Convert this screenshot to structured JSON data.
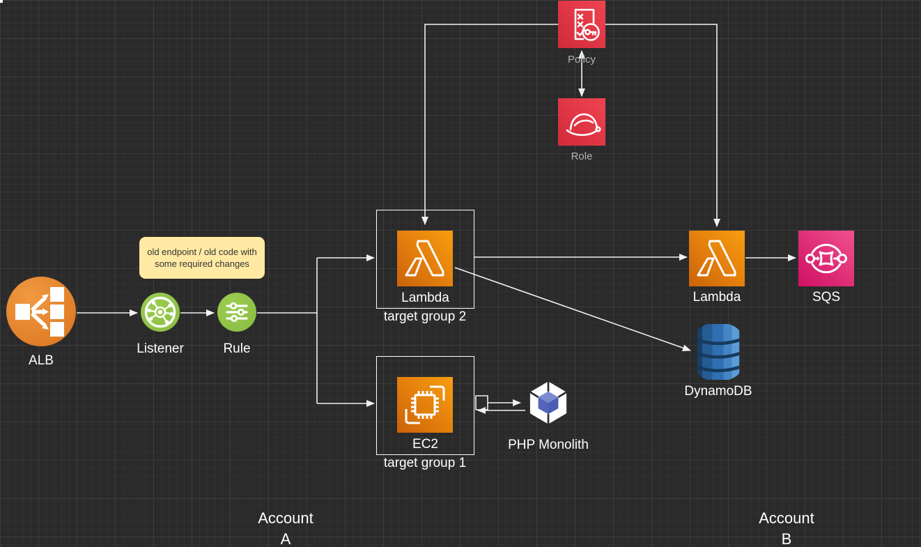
{
  "diagram": {
    "nodes": {
      "policy": {
        "label": "Policy"
      },
      "role": {
        "label": "Role"
      },
      "alb": {
        "label": "ALB"
      },
      "listener": {
        "label": "Listener"
      },
      "rule": {
        "label": "Rule"
      },
      "lambda_a": {
        "label": "Lambda",
        "caption": "target group 2"
      },
      "ec2": {
        "label": "EC2",
        "caption": "target group 1"
      },
      "php_monolith": {
        "label": "PHP Monolith"
      },
      "lambda_b": {
        "label": "Lambda"
      },
      "sqs": {
        "label": "SQS"
      },
      "dynamodb": {
        "label": "DynamoDB"
      }
    },
    "note": {
      "line1": "old endpoint / old code with",
      "line2": "some required changes"
    },
    "containers": {
      "account_a": {
        "line1": "Account",
        "line2": "A"
      },
      "account_b": {
        "line1": "Account",
        "line2": "B"
      }
    },
    "colors": {
      "background": "#2a2a2a",
      "grid_minor": "#313131",
      "grid_major": "#3d3d3d",
      "connector": "#f2f2f2",
      "container_border": "#ffffff",
      "label_text": "#ffffff",
      "iam_label_text": "#b3b3b3",
      "aws_compute_orange_light": "#f79e10",
      "aws_compute_orange_dark": "#c9630a",
      "alb_orange": "#e8862f",
      "aws_green": "#8dc044",
      "iam_red_light": "#ee4452",
      "iam_red_dark": "#d22a39",
      "sqs_pink_light": "#f0508f",
      "sqs_pink_dark": "#cf1062",
      "dynamodb_blue": "#306fb2",
      "php_cube_blue": "#5565bb",
      "note_bg": "#ffe9a3",
      "note_text": "#333333"
    }
  }
}
